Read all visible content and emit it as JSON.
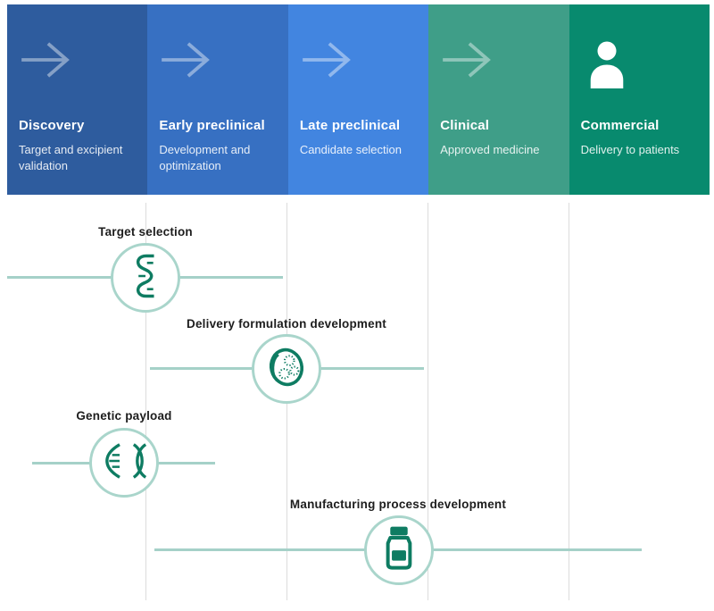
{
  "pipeline_stages": [
    {
      "title": "Discovery",
      "subtitle": "Target and excipient validation",
      "icon": "arrow-right-icon",
      "color": "#2e5c9e"
    },
    {
      "title": "Early preclinical",
      "subtitle": "Development and optimization",
      "icon": "arrow-right-icon",
      "color": "#3770c2"
    },
    {
      "title": "Late preclinical",
      "subtitle": "Candidate selection",
      "icon": "arrow-right-icon",
      "color": "#4285e0"
    },
    {
      "title": "Clinical",
      "subtitle": "Approved medicine",
      "icon": "arrow-right-icon",
      "color": "#3f9e88"
    },
    {
      "title": "Commercial",
      "subtitle": "Delivery to patients",
      "icon": "person-icon",
      "color": "#088a6e"
    }
  ],
  "workstreams": [
    {
      "label": "Target selection",
      "icon": "mrna-strand-icon"
    },
    {
      "label": "Delivery formulation development",
      "icon": "lipid-nanoparticle-icon"
    },
    {
      "label": "Genetic payload",
      "icon": "dna-helix-icon"
    },
    {
      "label": "Manufacturing process development",
      "icon": "medicine-bottle-icon"
    }
  ],
  "colors": {
    "track_line": "#a5d1c8",
    "circle_border": "#a9d5cb",
    "icon_green": "#0e7c62",
    "grid_line": "#dcdcdc",
    "label_text": "#1d1d1d"
  }
}
